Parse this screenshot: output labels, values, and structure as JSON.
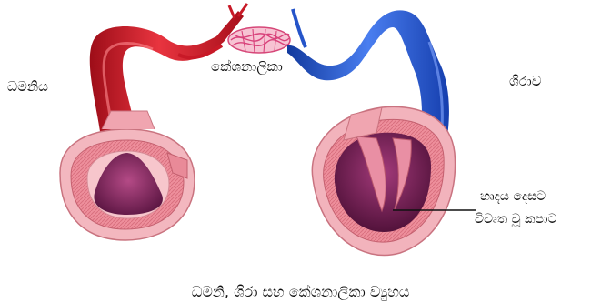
{
  "labels": {
    "artery": "ධමනිය",
    "capillaries": "කේශනාලිකා",
    "vein": "ශිරාව",
    "valve_line1": "හෘදය දෙසට",
    "valve_line2": "විවෘත වූ කපාට",
    "caption": "ධමනි, ශිරා සහ කේශනාලිකා ව්‍යුහය"
  },
  "colors": {
    "artery": "#d71e2b",
    "vein": "#1f4fc8",
    "capillary": "#e0467a",
    "tissue_pink": "#f1a3ad",
    "lumen": "#7a2456"
  }
}
